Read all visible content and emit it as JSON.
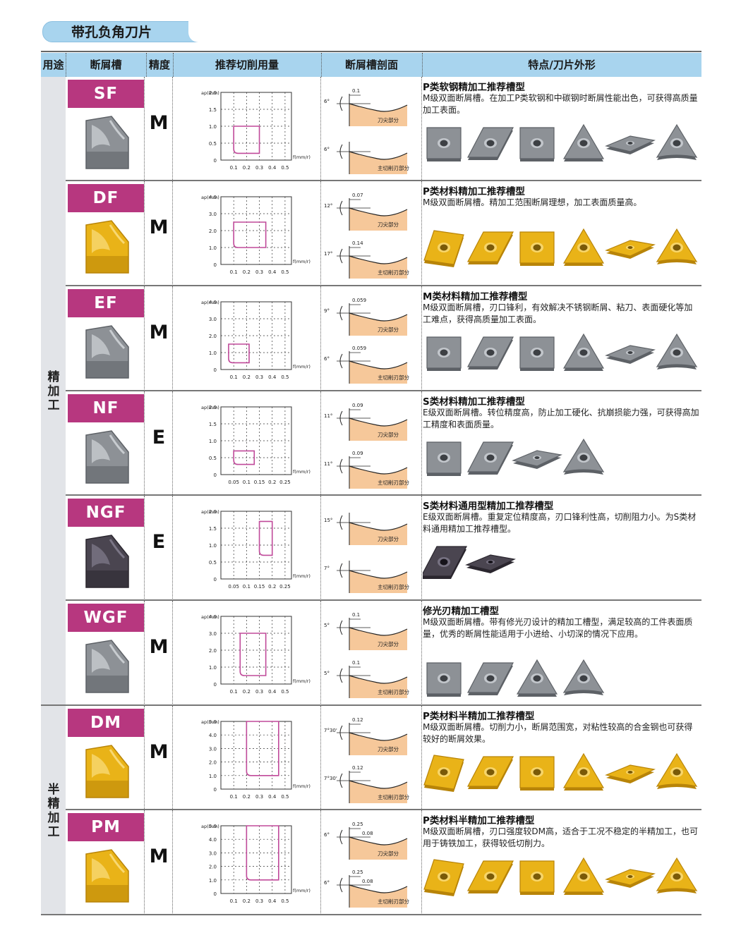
{
  "page_title": "带孔负角刀片",
  "headers": {
    "usage": "用途",
    "chipbreaker": "断屑槽",
    "precision": "精度",
    "cutting": "推荐切削用量",
    "section": "断屑槽剖面",
    "feature": "特点/刀片外形"
  },
  "usage_groups": [
    {
      "label": "精加工"
    },
    {
      "label": "半精加工"
    }
  ],
  "rows": [
    {
      "code": "SF",
      "precision": "M",
      "chart": {
        "y_label": "ap(mm)",
        "x_label": "f(mm/r)",
        "y_ticks": [
          "0",
          "0.5",
          "1.0",
          "1.5",
          "2.0"
        ],
        "x_ticks": [
          "0.1",
          "0.2",
          "0.3",
          "0.4",
          "0.5"
        ]
      },
      "section": {
        "top_angle": "6°",
        "top_dim": "0.1",
        "top_label": "刀尖部分",
        "bot_angle": "6°",
        "bot_dim": "",
        "bot_label": "主切削刃部分"
      },
      "feature_title": "P类软钢精加工推荐槽型",
      "feature_desc": "M级双面断屑槽。在加工P类软钢和中碳钢时断屑性能出色，可获得高质量加工表面。",
      "insert_color": "gray",
      "insert_shapes": [
        "square",
        "rhombus-flat",
        "square",
        "triangle",
        "rhombus-thin",
        "trigon"
      ]
    },
    {
      "code": "DF",
      "precision": "M",
      "chart": {
        "y_label": "ap(mm)",
        "x_label": "f(mm/r)",
        "y_ticks": [
          "0",
          "1.0",
          "2.0",
          "3.0",
          "4.0"
        ],
        "x_ticks": [
          "0.1",
          "0.2",
          "0.3",
          "0.4",
          "0.5"
        ]
      },
      "section": {
        "top_angle": "12°",
        "top_dim": "0.07",
        "top_label": "刀尖部分",
        "bot_angle": "17°",
        "bot_dim": "0.14",
        "bot_label": "主切削刃部分"
      },
      "feature_title": "P类材料精加工推荐槽型",
      "feature_desc": "M级双面断屑槽。精加工范围断屑理想，加工表面质量高。",
      "insert_color": "gold",
      "insert_shapes": [
        "rhombus",
        "rhombus-flat",
        "square",
        "triangle",
        "rhombus-thin",
        "trigon"
      ]
    },
    {
      "code": "EF",
      "precision": "M",
      "chart": {
        "y_label": "ap(mm)",
        "x_label": "f(mm/r)",
        "y_ticks": [
          "0",
          "1.0",
          "2.0",
          "3.0",
          "4.0"
        ],
        "x_ticks": [
          "0.1",
          "0.2",
          "0.3",
          "0.4",
          "0.5"
        ]
      },
      "section": {
        "top_angle": "9°",
        "top_dim": "0.059",
        "top_label": "刀尖部分",
        "bot_angle": "6°",
        "bot_dim": "0.059",
        "bot_label": "主切削刃部分"
      },
      "feature_title": "M类材料精加工推荐槽型",
      "feature_desc": "M级双面断屑槽，刃口锋利，有效解决不锈钢断屑、粘刀、表面硬化等加工难点，获得高质量加工表面。",
      "insert_color": "gray",
      "insert_shapes": [
        "square",
        "rhombus-flat",
        "square",
        "triangle",
        "rhombus-thin",
        "trigon"
      ]
    },
    {
      "code": "NF",
      "precision": "E",
      "chart": {
        "y_label": "ap(mm)",
        "x_label": "f(mm/r)",
        "y_ticks": [
          "0",
          "0.5",
          "1.0",
          "1.5",
          "2.0"
        ],
        "x_ticks": [
          "0.05",
          "0.1",
          "0.15",
          "0.2",
          "0.25"
        ]
      },
      "section": {
        "top_angle": "11°",
        "top_dim": "0.09",
        "top_label": "刀尖部分",
        "bot_angle": "11°",
        "bot_dim": "0.09",
        "bot_label": "主切削刃部分"
      },
      "feature_title": "S类材料精加工推荐槽型",
      "feature_desc": "E级双面断屑槽。转位精度高，防止加工硬化、抗崩损能力强，可获得高加工精度和表面质量。",
      "insert_color": "gray",
      "insert_shapes": [
        "square",
        "rhombus-flat",
        "rhombus-thin",
        "trigon"
      ]
    },
    {
      "code": "NGF",
      "precision": "E",
      "chart": {
        "y_label": "ap(mm)",
        "x_label": "f(mm/r)",
        "y_ticks": [
          "0",
          "0.5",
          "1.0",
          "1.5",
          "2.0"
        ],
        "x_ticks": [
          "0.05",
          "0.1",
          "0.15",
          "0.2",
          "0.25"
        ]
      },
      "section": {
        "top_angle": "15°",
        "top_dim": "",
        "top_label": "刀尖部分",
        "bot_angle": "7°",
        "bot_dim": "",
        "bot_label": "主切削刃部分"
      },
      "feature_title": "S类材料通用型精加工推荐槽型",
      "feature_desc": "E级双面断屑槽。重复定位精度高，刃口锋利性高，切削阻力小。为S类材料通用精加工推荐槽型。",
      "insert_color": "dark",
      "insert_shapes": [
        "rhombus-flat",
        "rhombus-thin"
      ]
    },
    {
      "code": "WGF",
      "precision": "M",
      "chart": {
        "y_label": "ap(mm)",
        "x_label": "f(mm/r)",
        "y_ticks": [
          "0",
          "1.0",
          "2.0",
          "3.0",
          "4.0"
        ],
        "x_ticks": [
          "0.1",
          "0.2",
          "0.3",
          "0.4",
          "0.5"
        ]
      },
      "section": {
        "top_angle": "5°",
        "top_dim": "0.1",
        "top_label": "刀尖部分",
        "bot_angle": "5°",
        "bot_dim": "0.1",
        "bot_label": "主切削刃部分"
      },
      "feature_title": "修光刃精加工槽型",
      "feature_desc": "M级双面断屑槽。带有修光刃设计的精加工槽型，满足较高的工件表面质量，优秀的断屑性能适用于小进给、小切深的情况下应用。",
      "insert_color": "gray",
      "insert_shapes": [
        "square",
        "rhombus-flat",
        "triangle",
        "trigon"
      ]
    },
    {
      "code": "DM",
      "precision": "M",
      "chart": {
        "y_label": "ap(mm)",
        "x_label": "f(mm/r)",
        "y_ticks": [
          "0",
          "1.0",
          "2.0",
          "3.0",
          "4.0",
          "5.0"
        ],
        "x_ticks": [
          "0.1",
          "0.2",
          "0.3",
          "0.4",
          "0.5"
        ]
      },
      "section": {
        "top_angle": "7°30'",
        "top_dim": "0.12",
        "top_label": "刀尖部分",
        "bot_angle": "7°30'",
        "bot_dim": "0.12",
        "bot_label": "主切削刃部分"
      },
      "feature_title": "P类材料半精加工推荐槽型",
      "feature_desc": "M级双面断屑槽。切削力小，断屑范围宽，对粘性较高的合金钢也可获得较好的断屑效果。",
      "insert_color": "gold",
      "insert_shapes": [
        "rhombus",
        "rhombus-flat",
        "square",
        "triangle",
        "rhombus-thin",
        "trigon"
      ]
    },
    {
      "code": "PM",
      "precision": "M",
      "chart": {
        "y_label": "ap(mm)",
        "x_label": "f(mm/r)",
        "y_ticks": [
          "0",
          "1.0",
          "2.0",
          "3.0",
          "4.0",
          "5.0"
        ],
        "x_ticks": [
          "0.1",
          "0.2",
          "0.3",
          "0.4",
          "0.5"
        ]
      },
      "section": {
        "top_angle": "6°",
        "top_dim": "0.25",
        "top_dim2": "0.08",
        "top_label": "刀尖部分",
        "bot_angle": "6°",
        "bot_dim": "0.25",
        "bot_dim2": "0.08",
        "bot_label": "主切削刃部分"
      },
      "feature_title": "P类材料半精加工推荐槽型",
      "feature_desc": "M级双面断屑槽，刃口强度较DM高，适合于工况不稳定的半精加工，也可用于铸铁加工，获得较低切削力。",
      "insert_color": "gold",
      "insert_shapes": [
        "rhombus",
        "rhombus-flat",
        "square",
        "triangle",
        "rhombus-thin",
        "trigon"
      ]
    }
  ],
  "colors": {
    "badge": "#b7377f",
    "header": "#a8d4ee",
    "gold": "#e9b318",
    "gray": "#8d9196",
    "dark": "#3a3640",
    "range_box": "#c04a9a"
  }
}
